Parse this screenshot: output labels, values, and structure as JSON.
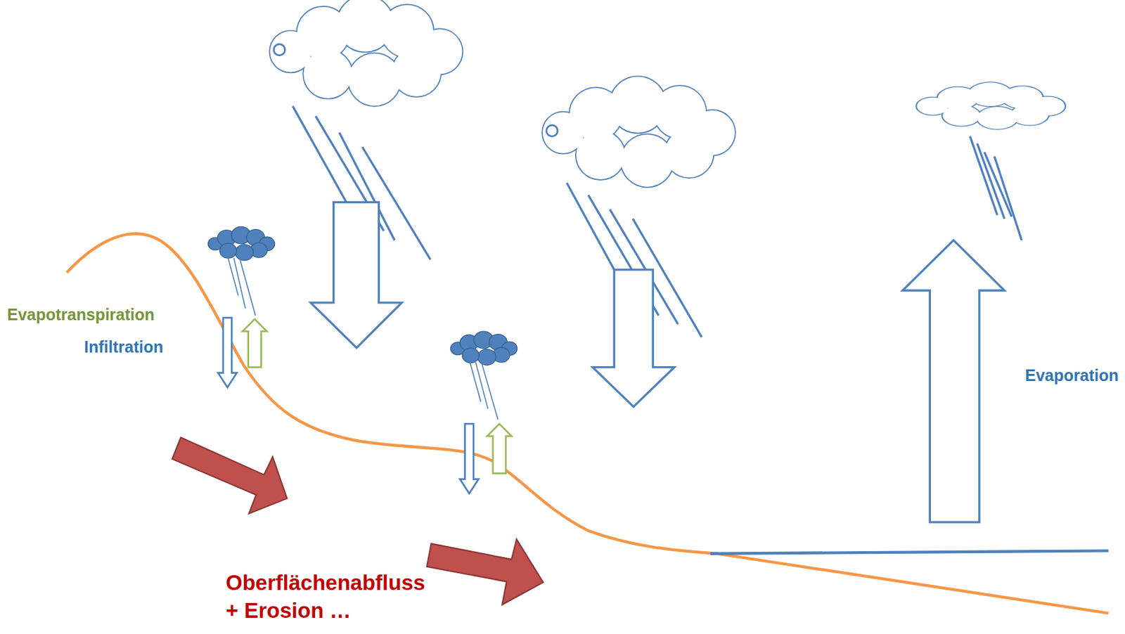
{
  "diagram": {
    "labels": [
      "Evapotranspiration",
      "Infiltration",
      "Evaporation",
      "Oberflächenabfluss",
      "+ Erosion …"
    ]
  }
}
